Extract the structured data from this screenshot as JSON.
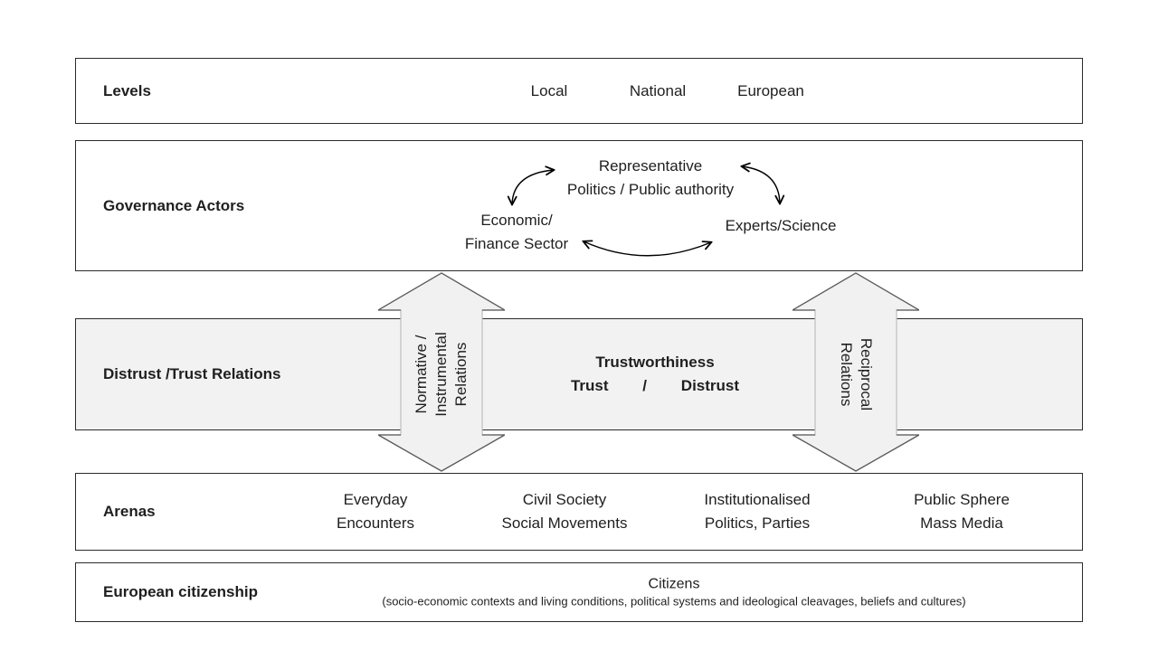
{
  "rows": {
    "levels": {
      "label": "Levels",
      "items": [
        "Local",
        "National",
        "European"
      ]
    },
    "governance": {
      "label": "Governance Actors",
      "actors": {
        "representative": {
          "line1": "Representative",
          "line2": "Politics / Public authority"
        },
        "economic": {
          "line1": "Economic/",
          "line2": "Finance Sector"
        },
        "experts": {
          "label": "Experts/Science"
        }
      }
    },
    "relations": {
      "label": "Distrust /Trust Relations",
      "title": "Trustworthiness",
      "trust_line": "Trust        /        Distrust",
      "left_arrow_lines": [
        "Normative /",
        "Instrumental",
        "Relations"
      ],
      "right_arrow_lines": [
        "Reciprocal",
        "Relations"
      ]
    },
    "arenas": {
      "label": "Arenas",
      "items": [
        {
          "line1": "Everyday",
          "line2": "Encounters"
        },
        {
          "line1": "Civil Society",
          "line2": "Social Movements"
        },
        {
          "line1": "Institutionalised",
          "line2": "Politics, Parties"
        },
        {
          "line1": "Public Sphere",
          "line2": "Mass Media"
        }
      ]
    },
    "citizenship": {
      "label": "European citizenship",
      "title": "Citizens",
      "subtitle": "(socio-economic contexts and living conditions, political systems and ideological cleavages, beliefs and cultures)"
    }
  },
  "colors": {
    "band_fill": "#f2f2f2",
    "arrow_fill": "#f1f1f1",
    "arrow_shaft_stroke": "#bfbfbf",
    "arrow_head_stroke": "#595959",
    "box_border": "#2b2b2b",
    "curve_arrow": "#000000"
  }
}
